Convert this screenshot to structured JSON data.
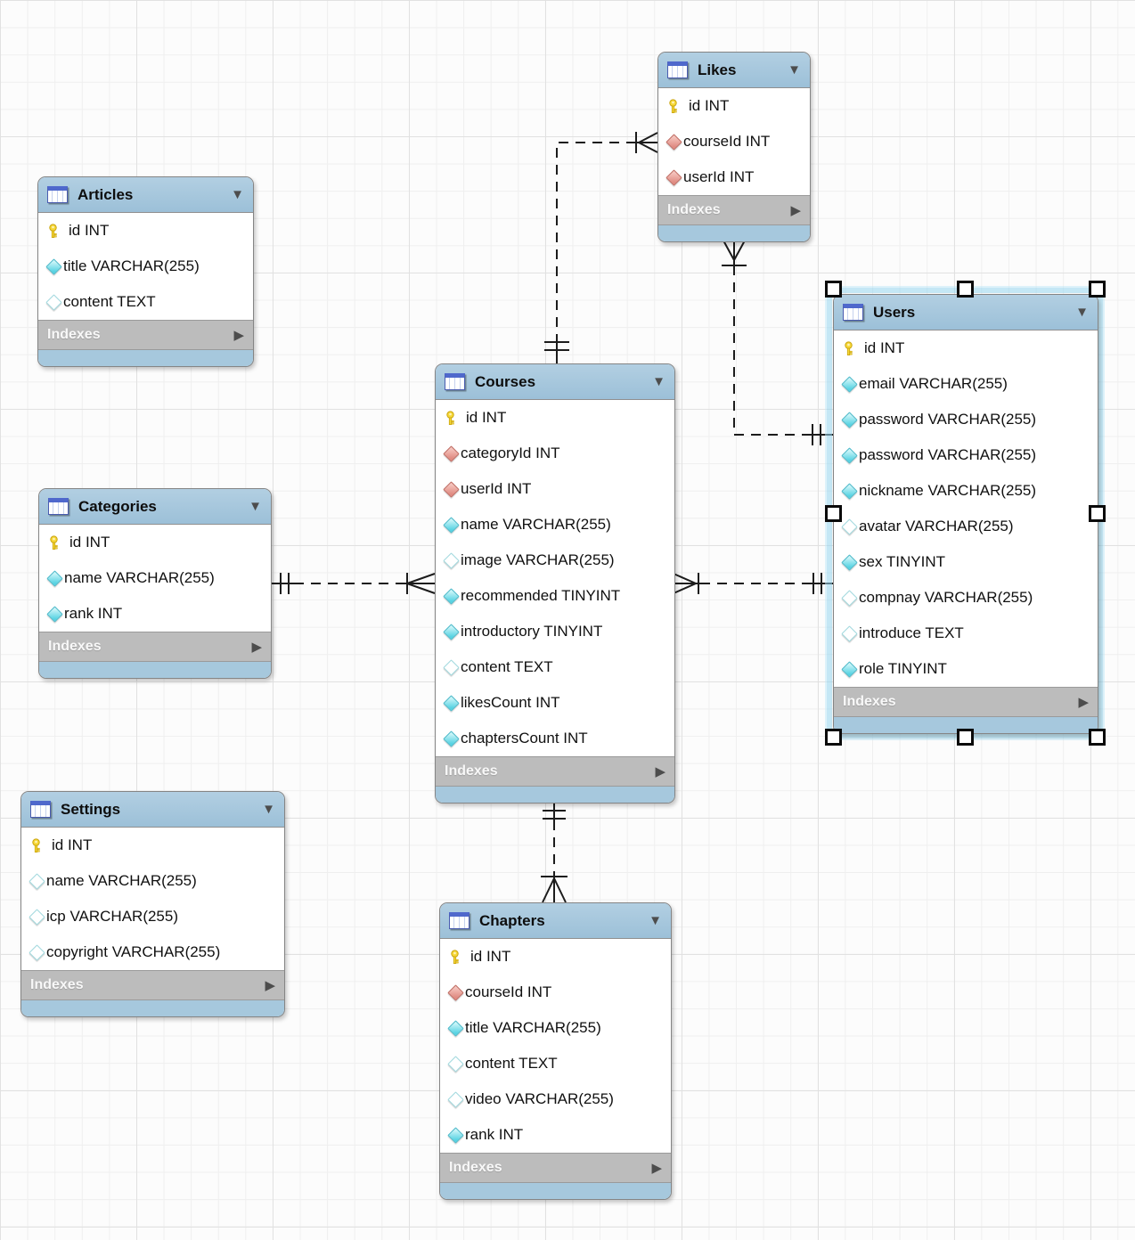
{
  "diagram": {
    "selected_table": "Users",
    "colors": {
      "table_header": "#9cc0d8",
      "table_footer": "#a6c8dd",
      "indexes_bar": "#bcbcbc",
      "selection_glow": "#96d6ee",
      "primary_key_icon": "#f7d838",
      "column_icon": "#55d2e2",
      "foreign_key_icon": "#e08a81",
      "connector": "#1c1c1c"
    },
    "tables": [
      {
        "name": "Articles",
        "header_icon": "table-icon",
        "collapse_icon": "collapse-triangle-icon",
        "indexes_label": "Indexes",
        "indexes_expand_icon": "indexes-expand-icon",
        "fields": [
          {
            "icon": "primary-key-icon",
            "label": "id INT"
          },
          {
            "icon": "column-filled-diamond-icon",
            "label": "title VARCHAR(255)"
          },
          {
            "icon": "column-hollow-diamond-icon",
            "label": "content TEXT"
          }
        ]
      },
      {
        "name": "Likes",
        "header_icon": "table-icon",
        "collapse_icon": "collapse-triangle-icon",
        "indexes_label": "Indexes",
        "indexes_expand_icon": "indexes-expand-icon",
        "fields": [
          {
            "icon": "primary-key-icon",
            "label": "id INT"
          },
          {
            "icon": "fk-diamond-icon",
            "label": "courseId INT"
          },
          {
            "icon": "fk-diamond-icon",
            "label": "userId INT"
          }
        ]
      },
      {
        "name": "Users",
        "header_icon": "table-icon",
        "collapse_icon": "collapse-triangle-icon",
        "indexes_label": "Indexes",
        "indexes_expand_icon": "indexes-expand-icon",
        "fields": [
          {
            "icon": "primary-key-icon",
            "label": "id INT"
          },
          {
            "icon": "column-filled-diamond-icon",
            "label": "email VARCHAR(255)"
          },
          {
            "icon": "column-filled-diamond-icon",
            "label": "password VARCHAR(255)"
          },
          {
            "icon": "column-filled-diamond-icon",
            "label": "password VARCHAR(255)"
          },
          {
            "icon": "column-filled-diamond-icon",
            "label": "nickname VARCHAR(255)"
          },
          {
            "icon": "column-hollow-diamond-icon",
            "label": "avatar VARCHAR(255)"
          },
          {
            "icon": "column-filled-diamond-icon",
            "label": "sex TINYINT"
          },
          {
            "icon": "column-hollow-diamond-icon",
            "label": "compnay VARCHAR(255)"
          },
          {
            "icon": "column-hollow-diamond-icon",
            "label": "introduce TEXT"
          },
          {
            "icon": "column-filled-diamond-icon",
            "label": "role TINYINT"
          }
        ]
      },
      {
        "name": "Categories",
        "header_icon": "table-icon",
        "collapse_icon": "collapse-triangle-icon",
        "indexes_label": "Indexes",
        "indexes_expand_icon": "indexes-expand-icon",
        "fields": [
          {
            "icon": "primary-key-icon",
            "label": "id INT"
          },
          {
            "icon": "column-filled-diamond-icon",
            "label": "name VARCHAR(255)"
          },
          {
            "icon": "column-filled-diamond-icon",
            "label": "rank INT"
          }
        ]
      },
      {
        "name": "Courses",
        "header_icon": "table-icon",
        "collapse_icon": "collapse-triangle-icon",
        "indexes_label": "Indexes",
        "indexes_expand_icon": "indexes-expand-icon",
        "fields": [
          {
            "icon": "primary-key-icon",
            "label": "id INT"
          },
          {
            "icon": "fk-diamond-icon",
            "label": "categoryId INT"
          },
          {
            "icon": "fk-diamond-icon",
            "label": "userId INT"
          },
          {
            "icon": "column-filled-diamond-icon",
            "label": "name VARCHAR(255)"
          },
          {
            "icon": "column-hollow-diamond-icon",
            "label": "image VARCHAR(255)"
          },
          {
            "icon": "column-filled-diamond-icon",
            "label": "recommended TINYINT"
          },
          {
            "icon": "column-filled-diamond-icon",
            "label": "introductory TINYINT"
          },
          {
            "icon": "column-hollow-diamond-icon",
            "label": "content TEXT"
          },
          {
            "icon": "column-filled-diamond-icon",
            "label": "likesCount INT"
          },
          {
            "icon": "column-filled-diamond-icon",
            "label": "chaptersCount INT"
          }
        ]
      },
      {
        "name": "Settings",
        "header_icon": "table-icon",
        "collapse_icon": "collapse-triangle-icon",
        "indexes_label": "Indexes",
        "indexes_expand_icon": "indexes-expand-icon",
        "fields": [
          {
            "icon": "primary-key-icon",
            "label": "id INT"
          },
          {
            "icon": "column-hollow-diamond-icon",
            "label": "name VARCHAR(255)"
          },
          {
            "icon": "column-hollow-diamond-icon",
            "label": "icp VARCHAR(255)"
          },
          {
            "icon": "column-hollow-diamond-icon",
            "label": "copyright VARCHAR(255)"
          }
        ]
      },
      {
        "name": "Chapters",
        "header_icon": "table-icon",
        "collapse_icon": "collapse-triangle-icon",
        "indexes_label": "Indexes",
        "indexes_expand_icon": "indexes-expand-icon",
        "fields": [
          {
            "icon": "primary-key-icon",
            "label": "id INT"
          },
          {
            "icon": "fk-diamond-icon",
            "label": "courseId INT"
          },
          {
            "icon": "column-filled-diamond-icon",
            "label": "title VARCHAR(255)"
          },
          {
            "icon": "column-hollow-diamond-icon",
            "label": "content TEXT"
          },
          {
            "icon": "column-hollow-diamond-icon",
            "label": "video VARCHAR(255)"
          },
          {
            "icon": "column-filled-diamond-icon",
            "label": "rank INT"
          }
        ]
      }
    ],
    "relationships": [
      {
        "from_table": "Likes",
        "to_table": "Courses",
        "from_cardinality": "many",
        "to_cardinality": "one",
        "line_style": "dashed"
      },
      {
        "from_table": "Likes",
        "to_table": "Users",
        "from_cardinality": "many",
        "to_cardinality": "one",
        "line_style": "dashed"
      },
      {
        "from_table": "Courses",
        "to_table": "Categories",
        "from_cardinality": "many",
        "to_cardinality": "one",
        "line_style": "dashed"
      },
      {
        "from_table": "Courses",
        "to_table": "Users",
        "from_cardinality": "many",
        "to_cardinality": "one",
        "line_style": "dashed"
      },
      {
        "from_table": "Chapters",
        "to_table": "Courses",
        "from_cardinality": "many",
        "to_cardinality": "one",
        "line_style": "dashed"
      }
    ]
  }
}
